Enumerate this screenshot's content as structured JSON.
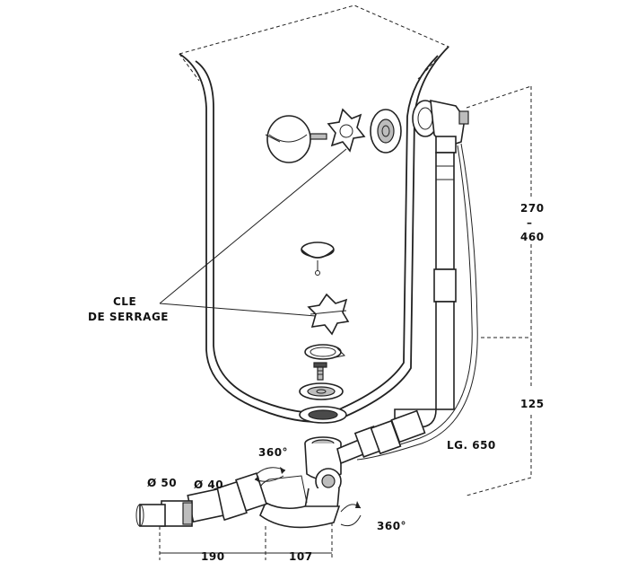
{
  "labels": {
    "key_line1": "CLE",
    "key_line2": "DE SERRAGE",
    "dim_overflow_top": "270",
    "dim_overflow_dash": "–",
    "dim_overflow_bottom": "460",
    "dim_height": "125",
    "cable_length": "LG. 650",
    "rotation_top": "360°",
    "rotation_right": "360°",
    "diameter_50": "Ø 50",
    "diameter_40": "Ø 40",
    "dim_190": "190",
    "dim_107": "107"
  }
}
